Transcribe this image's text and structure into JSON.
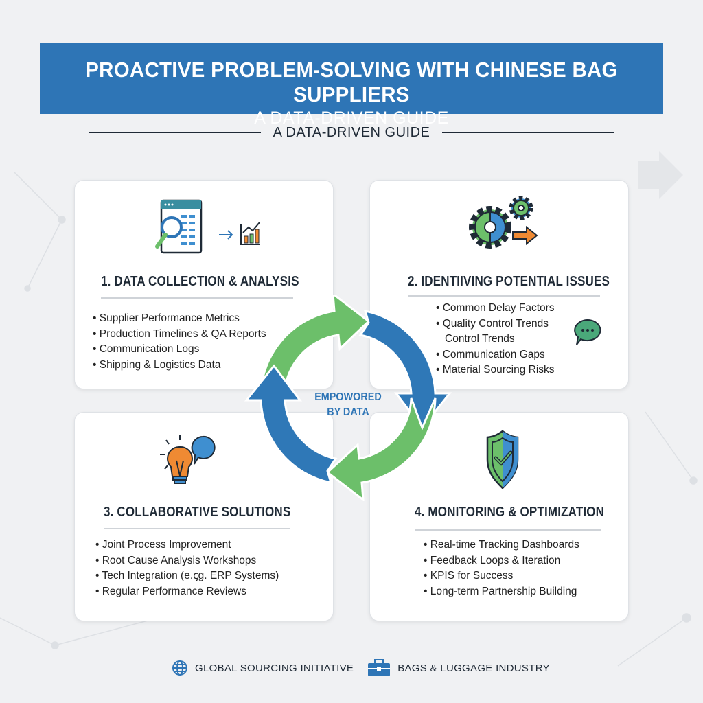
{
  "banner": {
    "title": "PROACTIVE PROBLEM-SOLVING WITH CHINESE BAG SUPPLIERS",
    "subtitle": "A DATA-DRIVEN GUIDE"
  },
  "tagline": "A DATA-DRIVEN GUIDE",
  "center_label": {
    "line1": "EMPOWORED",
    "line2": "BY DATA"
  },
  "colors": {
    "blue": "#2e75b6",
    "green": "#6cbf6a",
    "orange": "#ef8a33",
    "dark": "#1f2a36"
  },
  "cards": [
    {
      "title": "1. DATA COLLECTION & ANALYSIS",
      "icon": "data-analysis-icon",
      "items": [
        "Supplier Performance Metrics",
        "Production Timelines & QA Reports",
        "Communication Logs",
        "Shipping & Logistics Data"
      ]
    },
    {
      "title": "2. IDENTIIVING POTENTIAL ISSUES",
      "icon": "gears-icon",
      "items": [
        "Common Delay Factors",
        "Quality Control Trends",
        "Control Trends",
        "Communication Gaps",
        "Material Sourcing Risks"
      ]
    },
    {
      "title": "3. COLLABORATIVE SOLUTIONS",
      "icon": "lightbulb-chat-icon",
      "items": [
        "Joint Process Improvement",
        "Root Cause Analysis Workshops",
        "Tech Integration (e.ꞔg. ERP Systems)",
        "Regular Performance Reviews"
      ]
    },
    {
      "title": "4. MONITORING & OPTIMIZATION",
      "icon": "shield-check-icon",
      "items": [
        "Real-time Tracking Dashboards",
        "Feedback Loops & Iteration",
        "KPIS for Success",
        "Long-term Partnership Building"
      ]
    }
  ],
  "footer": {
    "left": "GLOBAL SOURCING INITIATIVE",
    "right": "BAGS & LUGGAGE INDUSTRY"
  }
}
